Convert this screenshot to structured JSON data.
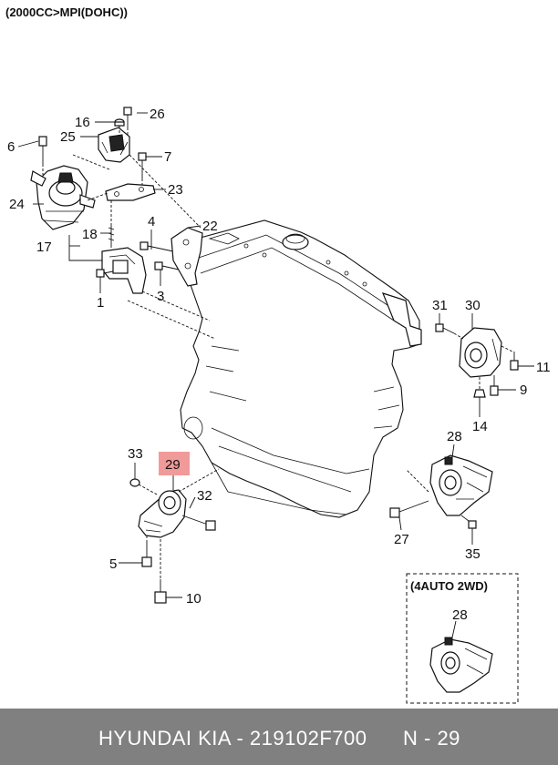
{
  "header": {
    "spec": "(2000CC>MPI(DOHC))"
  },
  "callouts": [
    {
      "id": "c1",
      "label": "1"
    },
    {
      "id": "c3",
      "label": "3"
    },
    {
      "id": "c4",
      "label": "4"
    },
    {
      "id": "c5",
      "label": "5"
    },
    {
      "id": "c6",
      "label": "6"
    },
    {
      "id": "c7",
      "label": "7"
    },
    {
      "id": "c9",
      "label": "9"
    },
    {
      "id": "c10",
      "label": "10"
    },
    {
      "id": "c11",
      "label": "11"
    },
    {
      "id": "c14",
      "label": "14"
    },
    {
      "id": "c16",
      "label": "16"
    },
    {
      "id": "c17",
      "label": "17"
    },
    {
      "id": "c18",
      "label": "18"
    },
    {
      "id": "c22",
      "label": "22"
    },
    {
      "id": "c23",
      "label": "23"
    },
    {
      "id": "c24",
      "label": "24"
    },
    {
      "id": "c25",
      "label": "25"
    },
    {
      "id": "c26",
      "label": "26"
    },
    {
      "id": "c27",
      "label": "27"
    },
    {
      "id": "c28",
      "label": "28"
    },
    {
      "id": "c29",
      "label": "29",
      "highlight": true
    },
    {
      "id": "c30",
      "label": "30"
    },
    {
      "id": "c31",
      "label": "31"
    },
    {
      "id": "c32",
      "label": "32"
    },
    {
      "id": "c33",
      "label": "33"
    },
    {
      "id": "c35",
      "label": "35"
    }
  ],
  "inset": {
    "title": "(4AUTO 2WD)",
    "callout": "28"
  },
  "footer": {
    "left": "HYUNDAI  KIA - 219102F700",
    "right": "N - 29"
  },
  "colors": {
    "highlight": "#f09a9a",
    "footer_bg": "#808080",
    "line": "#111111"
  }
}
